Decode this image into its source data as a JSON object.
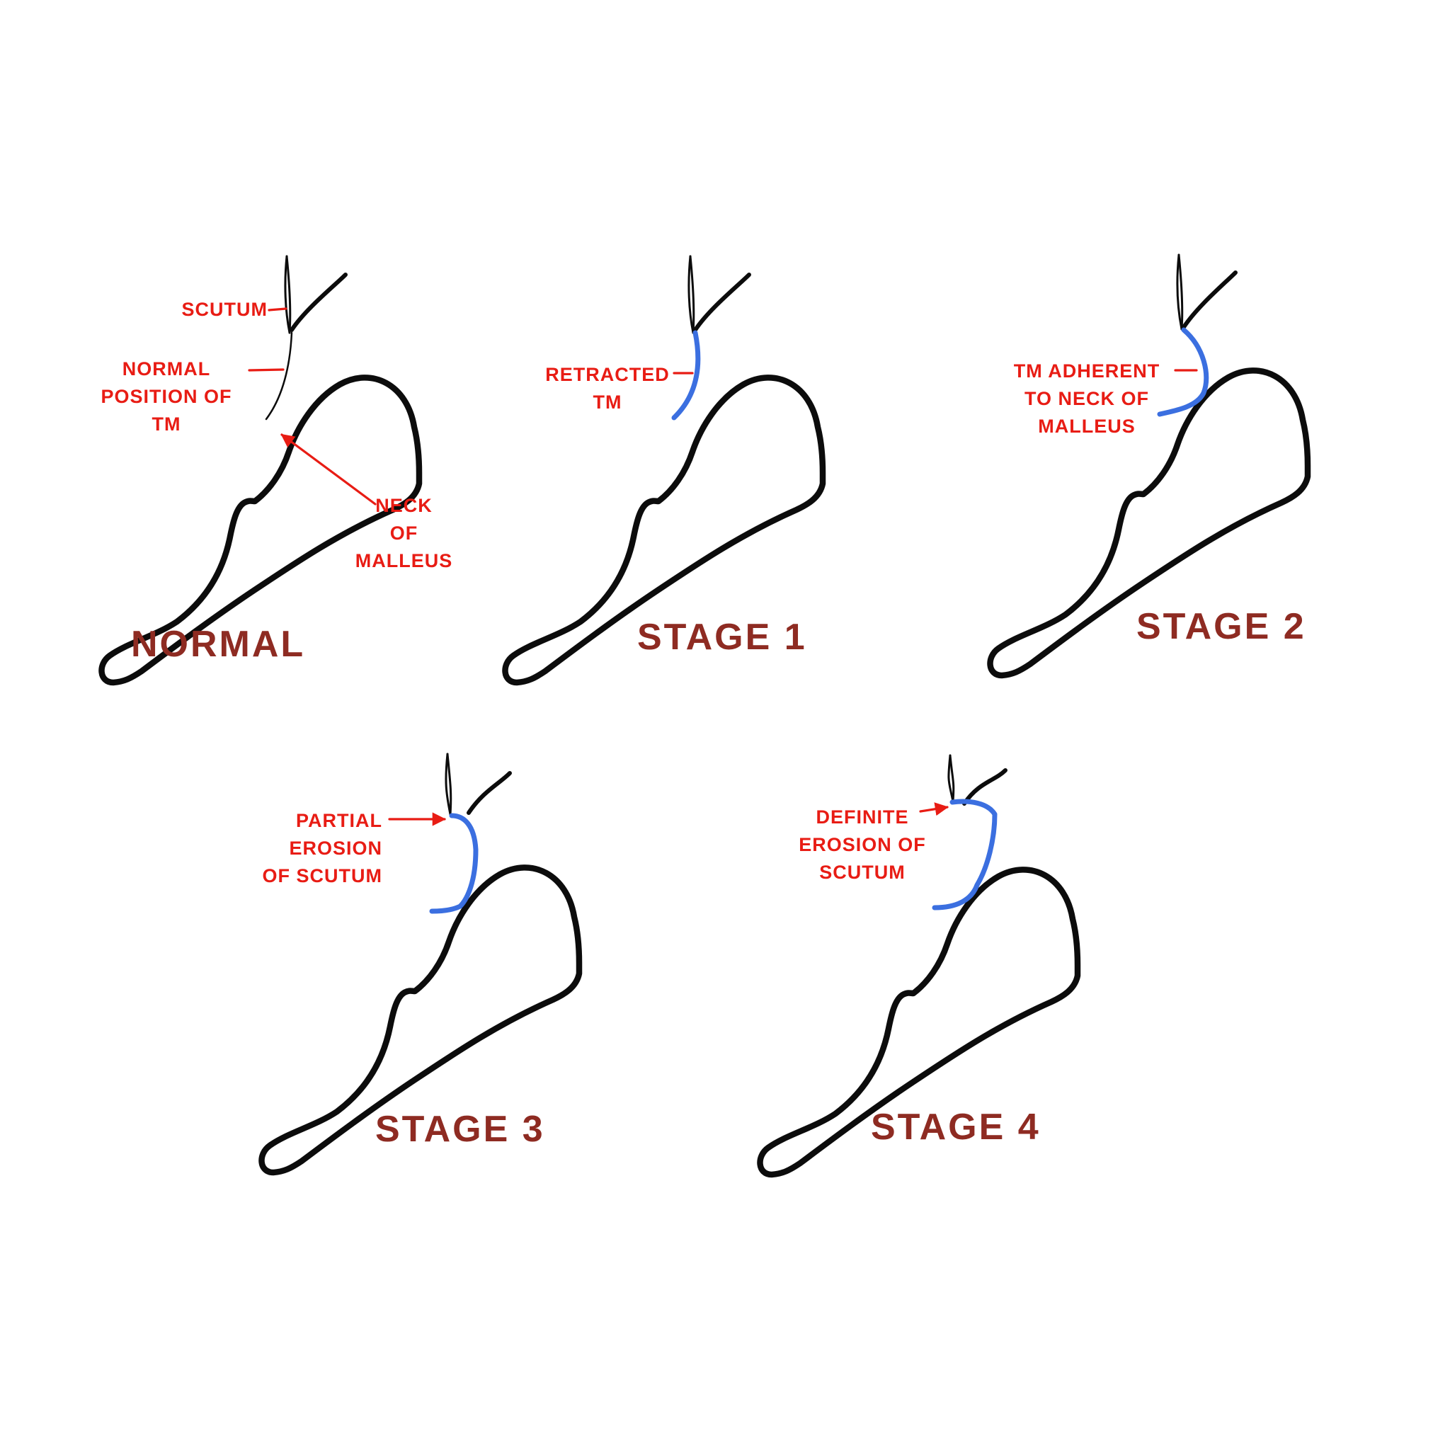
{
  "panels": [
    {
      "id": "normal",
      "title": "NORMAL",
      "labels": {
        "scutum": "SCUTUM",
        "normal_tm": [
          "NORMAL",
          "POSITION OF",
          "TM"
        ],
        "neck": [
          "NECK",
          "OF",
          "MALLEUS"
        ]
      }
    },
    {
      "id": "stage-1",
      "title": "STAGE 1",
      "labels": {
        "retracted_tm": [
          "RETRACTED",
          "TM"
        ]
      }
    },
    {
      "id": "stage-2",
      "title": "STAGE 2",
      "labels": {
        "tm_adherent": [
          "TM ADHERENT",
          "TO NECK OF",
          "MALLEUS"
        ]
      }
    },
    {
      "id": "stage-3",
      "title": "STAGE 3",
      "labels": {
        "partial_erosion": [
          "PARTIAL",
          "EROSION",
          "OF SCUTUM"
        ]
      }
    },
    {
      "id": "stage-4",
      "title": "STAGE 4",
      "labels": {
        "definite_erosion": [
          "DEFINITE",
          "EROSION OF",
          "SCUTUM"
        ]
      }
    }
  ],
  "colors": {
    "outline": "#0c0c0c",
    "tympanic_membrane": "#3b6fe0",
    "annotation": "#e81c14",
    "stage_title": "#8e2b22"
  }
}
